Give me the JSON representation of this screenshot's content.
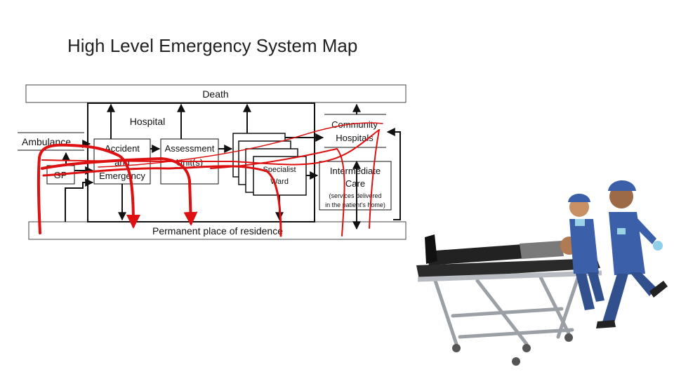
{
  "slide": {
    "title": "High Level Emergency System Map"
  },
  "diagram": {
    "top_bar": "Death",
    "bottom_bar": "Permanent place of residence",
    "hospital": "Hospital",
    "ambulance": "Ambulance",
    "gp": "GP",
    "ae_line1": "Accident",
    "ae_line2": "and",
    "ae_line3": "Emergency",
    "assess_line1": "Assessment",
    "assess_line2": "Unit(s)",
    "spec_line1": "Specialist",
    "spec_line2": "Ward",
    "community_line1": "Community",
    "community_line2": "Hospitals",
    "ic_line1": "Intermediate",
    "ic_line2": "Care",
    "ic_note1": "(services delivered",
    "ic_note2": "in the patient's home)"
  },
  "colors": {
    "frame": "#111111",
    "patient_path": "#dd1111",
    "scrubs": "#3b5fa8",
    "chrome": "#b8bcc2"
  },
  "illustration": {
    "icon": "stretcher-paramedics-icon"
  }
}
